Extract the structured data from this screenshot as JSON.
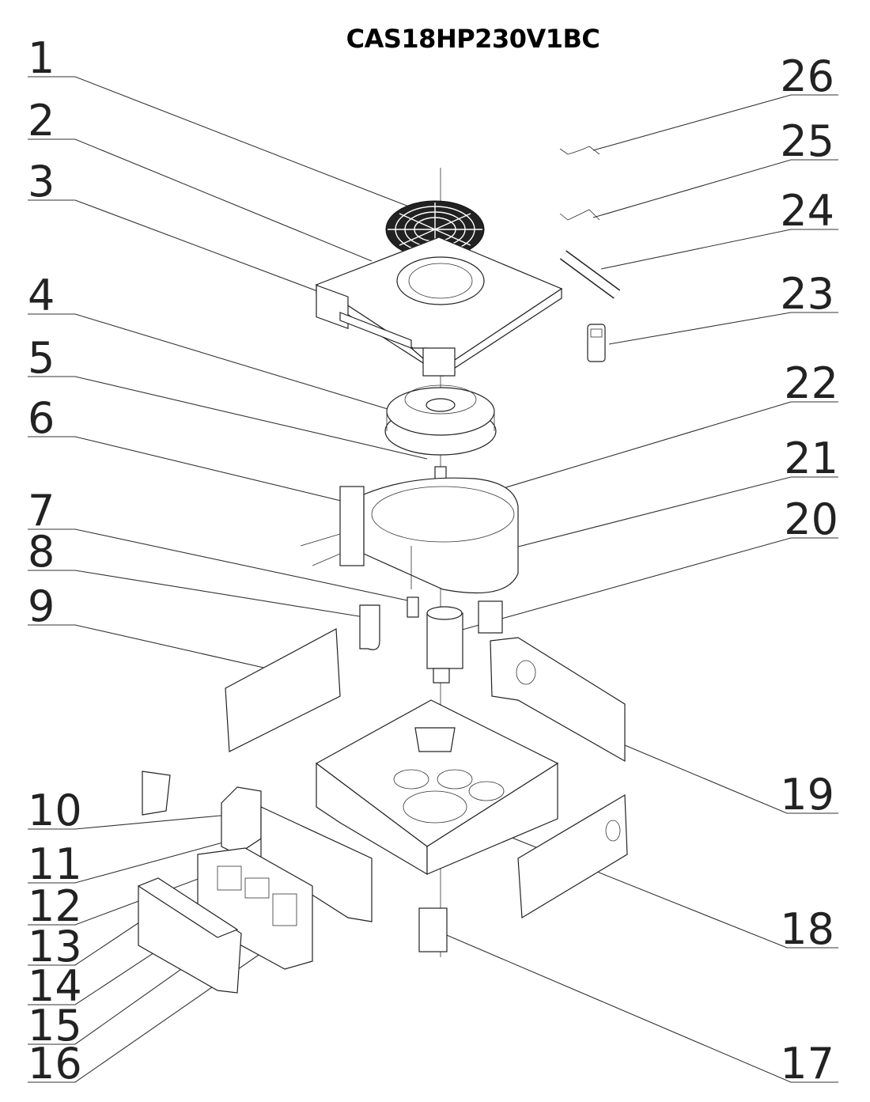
{
  "title": "CAS18HP230V1BC",
  "callouts": [
    {
      "id": "1",
      "label": "1"
    },
    {
      "id": "2",
      "label": "2"
    },
    {
      "id": "3",
      "label": "3"
    },
    {
      "id": "4",
      "label": "4"
    },
    {
      "id": "5",
      "label": "5"
    },
    {
      "id": "6",
      "label": "6"
    },
    {
      "id": "7",
      "label": "7"
    },
    {
      "id": "8",
      "label": "8"
    },
    {
      "id": "9",
      "label": "9"
    },
    {
      "id": "10",
      "label": "10"
    },
    {
      "id": "11",
      "label": "11"
    },
    {
      "id": "12",
      "label": "12"
    },
    {
      "id": "13",
      "label": "13"
    },
    {
      "id": "14",
      "label": "14"
    },
    {
      "id": "15",
      "label": "15"
    },
    {
      "id": "16",
      "label": "16"
    },
    {
      "id": "17",
      "label": "17"
    },
    {
      "id": "18",
      "label": "18"
    },
    {
      "id": "19",
      "label": "19"
    },
    {
      "id": "20",
      "label": "20"
    },
    {
      "id": "21",
      "label": "21"
    },
    {
      "id": "22",
      "label": "22"
    },
    {
      "id": "23",
      "label": "23"
    },
    {
      "id": "24",
      "label": "24"
    },
    {
      "id": "25",
      "label": "25"
    },
    {
      "id": "26",
      "label": "26"
    }
  ]
}
